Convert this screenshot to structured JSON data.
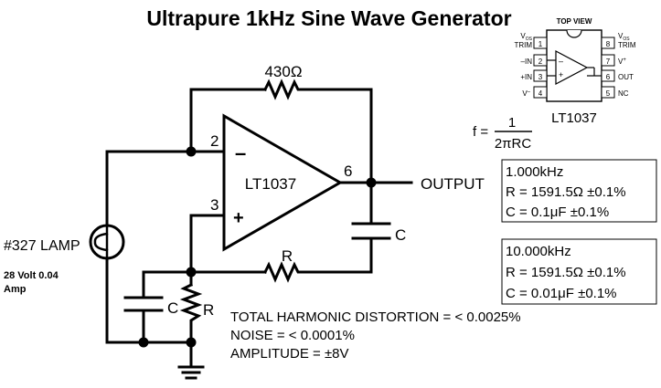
{
  "title": "Ultrapure 1kHz Sine Wave Generator",
  "pinout": {
    "header": "TOP VIEW",
    "left_pins": [
      {
        "num": "1",
        "label_main": "V",
        "label_sub": "OS",
        "label_line2": "TRIM"
      },
      {
        "num": "2",
        "label_main": "–IN"
      },
      {
        "num": "3",
        "label_main": "+IN"
      },
      {
        "num": "4",
        "label_main": "V",
        "label_sup": "–"
      }
    ],
    "right_pins": [
      {
        "num": "8",
        "label_main": "V",
        "label_sub": "OS",
        "label_line2": "TRIM"
      },
      {
        "num": "7",
        "label_main": "V",
        "label_sup": "+"
      },
      {
        "num": "6",
        "label_main": "OUT"
      },
      {
        "num": "5",
        "label_main": "NC"
      }
    ],
    "part": "LT1037"
  },
  "formula": {
    "lhs": "f =",
    "numerator": "1",
    "denominator": "2πRC"
  },
  "schematic": {
    "feedback_resistor": "430Ω",
    "opamp_label": "LT1037",
    "pin_inverting": "2",
    "pin_noninverting": "3",
    "pin_output": "6",
    "sign_minus": "–",
    "sign_plus": "+",
    "output_label": "OUTPUT",
    "cap_series": "C",
    "res_series": "R",
    "cap_shunt": "C",
    "res_shunt": "R",
    "lamp_label": "#327 LAMP",
    "lamp_note_line1": "28 Volt 0.04",
    "lamp_note_line2": "Amp"
  },
  "specs": [
    "TOTAL HARMONIC DISTORTION = < 0.0025%",
    "NOISE = < 0.0001%",
    "AMPLITUDE = ±8V"
  ],
  "boxes": [
    {
      "freq": "1.000kHz",
      "r": "R = 1591.5Ω ±0.1%",
      "c": "C = 0.1μF ±0.1%"
    },
    {
      "freq": "10.000kHz",
      "r": "R = 1591.5Ω ±0.1%",
      "c": "C = 0.01μF ±0.1%"
    }
  ]
}
